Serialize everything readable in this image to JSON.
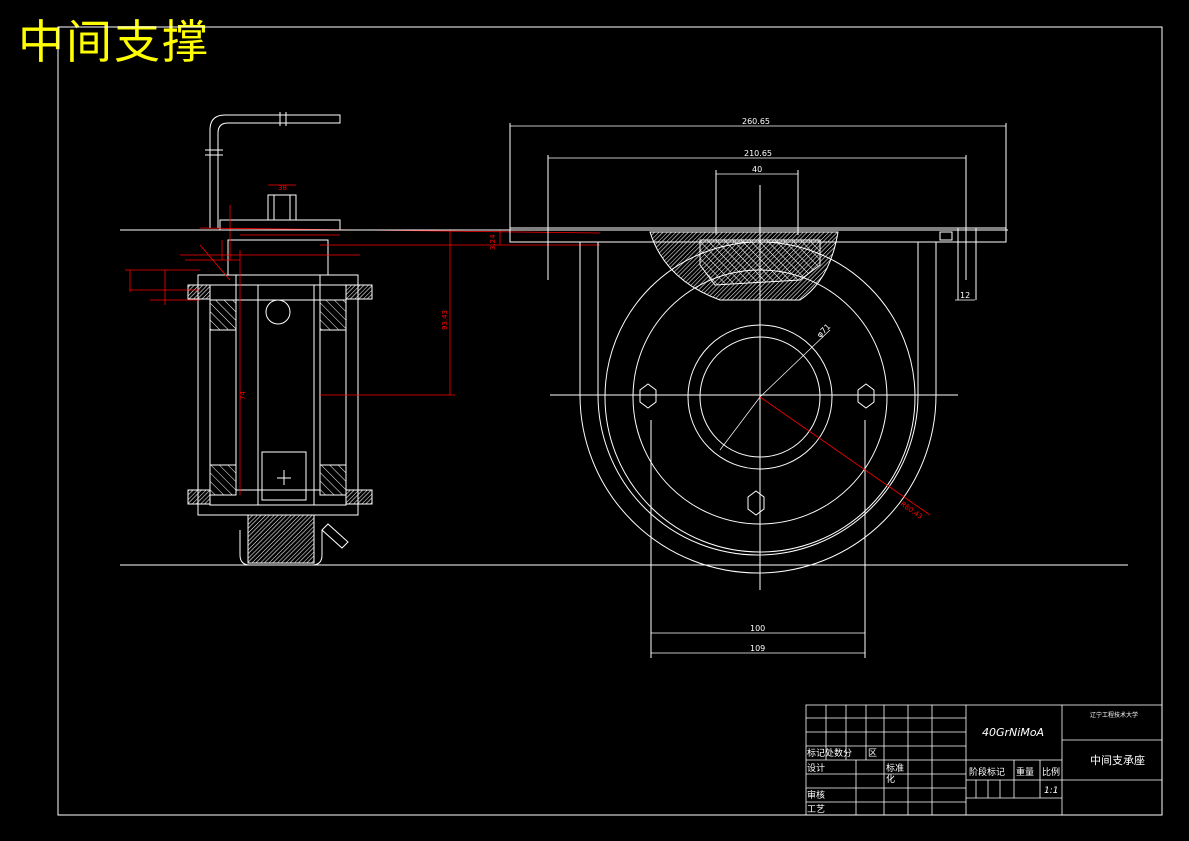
{
  "title": "中间支撑",
  "dimensions": {
    "d_top_width": "260.65",
    "d_inner_width": "210.65",
    "d_center_width": "40",
    "d_vertical_height": "93.43",
    "d_small_gap": "3.24",
    "d_right_slot": "12",
    "d_bottom_width_1": "100",
    "d_bottom_width_2": "109",
    "d_radius_1": "φ71",
    "d_radius_2": "R80.43",
    "d_left_height": "74",
    "d_bolt_width": "38"
  },
  "title_block": {
    "material": "40GrNiMoA",
    "school": "辽宁工程技术大学",
    "drawing_name": "中间支承座",
    "row_label_1": "标记处数分",
    "row_label_1b": "区",
    "row_label_design": "设计",
    "row_label_standard": "标准",
    "row_label_standard2": "化",
    "row_label_review": "审核",
    "row_label_process": "工艺",
    "col_stage": "阶段标记",
    "col_weight": "重量",
    "col_scale": "比例",
    "scale_value": "1:1"
  },
  "colors": {
    "background": "#000000",
    "lines": "#ffffff",
    "dimensions": "#ff0000",
    "title": "#ffff00"
  }
}
